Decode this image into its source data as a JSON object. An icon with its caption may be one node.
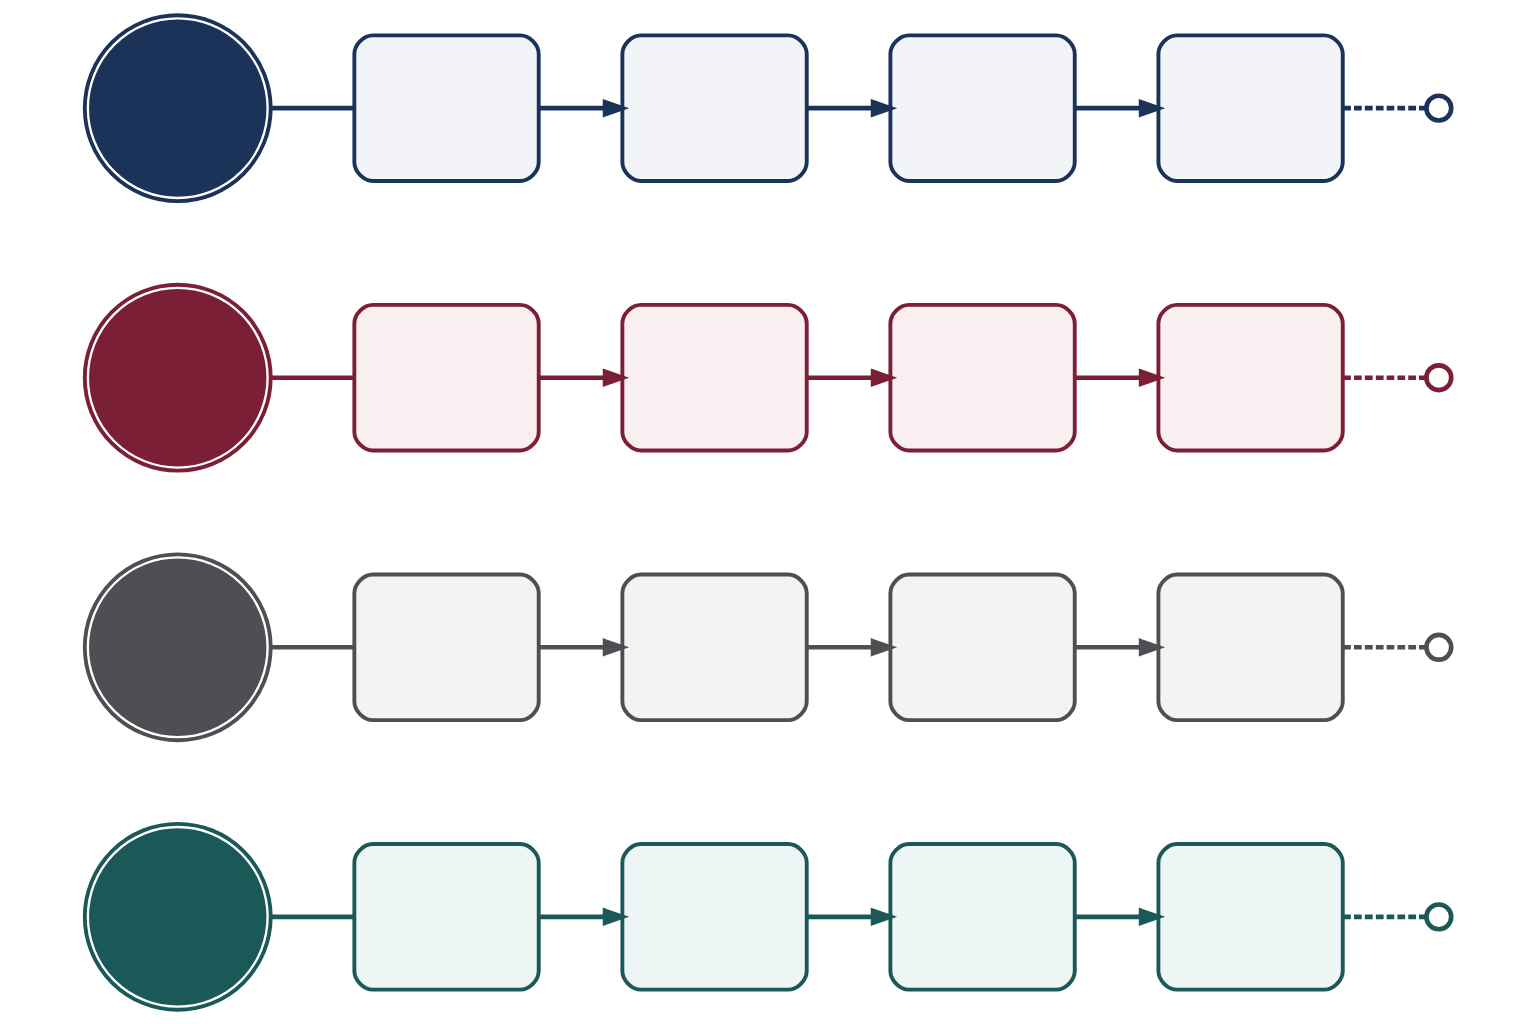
{
  "diagram": {
    "nodes": [
      {
        "text": [],
        "shape": "circle"
      },
      {
        "text": [],
        "shape": "box"
      },
      {
        "text": [],
        "shape": "box"
      },
      {
        "text": [],
        "shape": "box"
      },
      {
        "text": [],
        "shape": "box"
      },
      {
        "text": [],
        "shape": "circle"
      },
      {
        "text": [],
        "shape": "circle"
      },
      {
        "text": [],
        "shape": "box"
      },
      {
        "text": [],
        "shape": "box"
      },
      {
        "text": [],
        "shape": "box"
      },
      {
        "text": [],
        "shape": "box"
      },
      {
        "text": [],
        "shape": "circle"
      },
      {
        "text": [],
        "shape": "circle"
      },
      {
        "text": [],
        "shape": "box"
      },
      {
        "text": [],
        "shape": "box"
      },
      {
        "text": [],
        "shape": "box"
      },
      {
        "text": [],
        "shape": "box"
      },
      {
        "text": [],
        "shape": "circle"
      },
      {
        "text": [],
        "shape": "circle"
      },
      {
        "text": [],
        "shape": "box"
      },
      {
        "text": [],
        "shape": "box"
      },
      {
        "text": [],
        "shape": "box"
      },
      {
        "text": [],
        "shape": "box"
      },
      {
        "text": [],
        "shape": "circle"
      }
    ],
    "edges": [
      {
        "from": 0,
        "to": 1,
        "arrow": "none",
        "color": "#1b3358"
      },
      {
        "from": 1,
        "to": 2,
        "arrow": "to",
        "color": "#1b3358"
      },
      {
        "from": 2,
        "to": 3,
        "arrow": "to",
        "color": "#1b3358"
      },
      {
        "from": 3,
        "to": 4,
        "arrow": "to",
        "color": "#1b3358"
      },
      {
        "from": 4,
        "to": 5,
        "arrow": "none",
        "style": "dashed",
        "color": "#1b3358"
      },
      {
        "from": 6,
        "to": 7,
        "arrow": "none",
        "color": "#7a1f35"
      },
      {
        "from": 7,
        "to": 8,
        "arrow": "to",
        "color": "#7a1f35"
      },
      {
        "from": 8,
        "to": 9,
        "arrow": "to",
        "color": "#7a1f35"
      },
      {
        "from": 9,
        "to": 10,
        "arrow": "to",
        "color": "#7a1f35"
      },
      {
        "from": 10,
        "to": 11,
        "arrow": "none",
        "style": "dashed",
        "color": "#7a1f35"
      },
      {
        "from": 12,
        "to": 13,
        "arrow": "none",
        "color": "#4d4f53"
      },
      {
        "from": 13,
        "to": 14,
        "arrow": "to",
        "color": "#4d4f53"
      },
      {
        "from": 14,
        "to": 15,
        "arrow": "to",
        "color": "#4d4f53"
      },
      {
        "from": 15,
        "to": 16,
        "arrow": "to",
        "color": "#4d4f53"
      },
      {
        "from": 16,
        "to": 17,
        "arrow": "none",
        "style": "dashed",
        "color": "#4d4f53"
      },
      {
        "from": 18,
        "to": 19,
        "arrow": "none",
        "color": "#1b5858"
      },
      {
        "from": 19,
        "to": 20,
        "arrow": "to",
        "color": "#1b5858"
      },
      {
        "from": 20,
        "to": 21,
        "arrow": "to",
        "color": "#1b5858"
      },
      {
        "from": 21,
        "to": 22,
        "arrow": "to",
        "color": "#1b5858"
      },
      {
        "from": 22,
        "to": 23,
        "arrow": "none",
        "style": "dashed",
        "color": "#1b5858"
      }
    ]
  }
}
